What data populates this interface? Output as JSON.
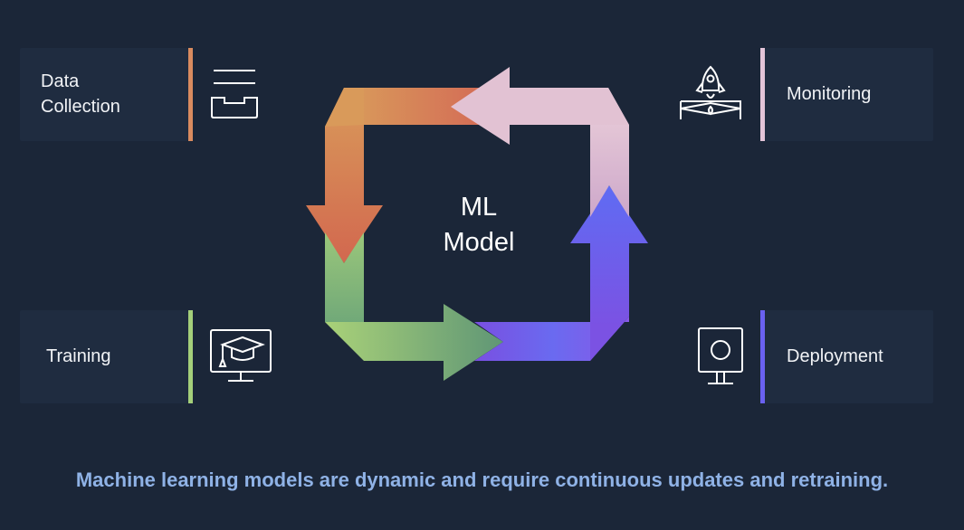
{
  "stages": {
    "data_collection": {
      "label": "Data\nCollection",
      "icon": "inbox-tray-icon",
      "accent": "#d98b5f"
    },
    "monitoring": {
      "label": "Monitoring",
      "icon": "rocket-launch-icon",
      "accent": "#e3c4d8"
    },
    "training": {
      "label": "Training",
      "icon": "monitor-graduation-cap-icon",
      "accent": "#a4cf7a"
    },
    "deployment": {
      "label": "Deployment",
      "icon": "kiosk-screen-icon",
      "accent": "#6a61f0"
    }
  },
  "center": {
    "line1": "ML",
    "line2": "Model"
  },
  "caption": "Machine learning models are dynamic and require continuous updates and retraining.",
  "colors": {
    "background": "#1b2638",
    "card": "#1f2c40",
    "caption": "#8fb2e6"
  }
}
